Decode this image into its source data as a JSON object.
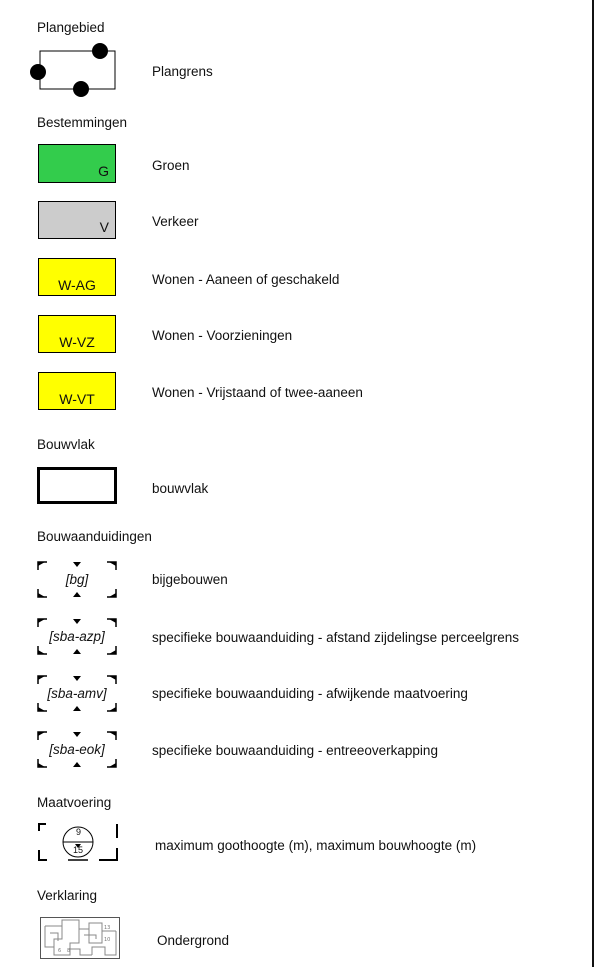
{
  "sections": {
    "plangebied": "Plangebied",
    "bestemmingen": "Bestemmingen",
    "bouwvlak": "Bouwvlak",
    "bouwaanduidingen": "Bouwaanduidingen",
    "maatvoering": "Maatvoering",
    "verklaring": "Verklaring"
  },
  "plangebied": {
    "label": "Plangrens"
  },
  "bestemmingen": [
    {
      "code": "G",
      "label": "Groen",
      "color": "#33cc4c"
    },
    {
      "code": "V",
      "label": "Verkeer",
      "color": "#cccccc"
    },
    {
      "code": "W-AG",
      "label": "Wonen - Aaneen of geschakeld",
      "color": "#ffff00"
    },
    {
      "code": "W-VZ",
      "label": "Wonen - Voorzieningen",
      "color": "#ffff00"
    },
    {
      "code": "W-VT",
      "label": "Wonen - Vrijstaand of twee-aaneen",
      "color": "#ffff00"
    }
  ],
  "bouwvlak": {
    "label": "bouwvlak"
  },
  "bouwaanduidingen": [
    {
      "code": "[bg]",
      "label": "bijgebouwen"
    },
    {
      "code": "[sba-azp]",
      "label": "specifieke bouwaanduiding - afstand zijdelingse perceelgrens"
    },
    {
      "code": "[sba-amv]",
      "label": "specifieke bouwaanduiding - afwijkende maatvoering"
    },
    {
      "code": "[sba-eok]",
      "label": "specifieke bouwaanduiding - entreeoverkapping"
    }
  ],
  "maatvoering": {
    "top_value": "9",
    "bottom_value": "15",
    "label": "maximum goothoogte (m), maximum bouwhoogte (m)"
  },
  "verklaring": {
    "label": "Ondergrond",
    "numbers": [
      "13",
      "10",
      "6",
      "8"
    ]
  }
}
